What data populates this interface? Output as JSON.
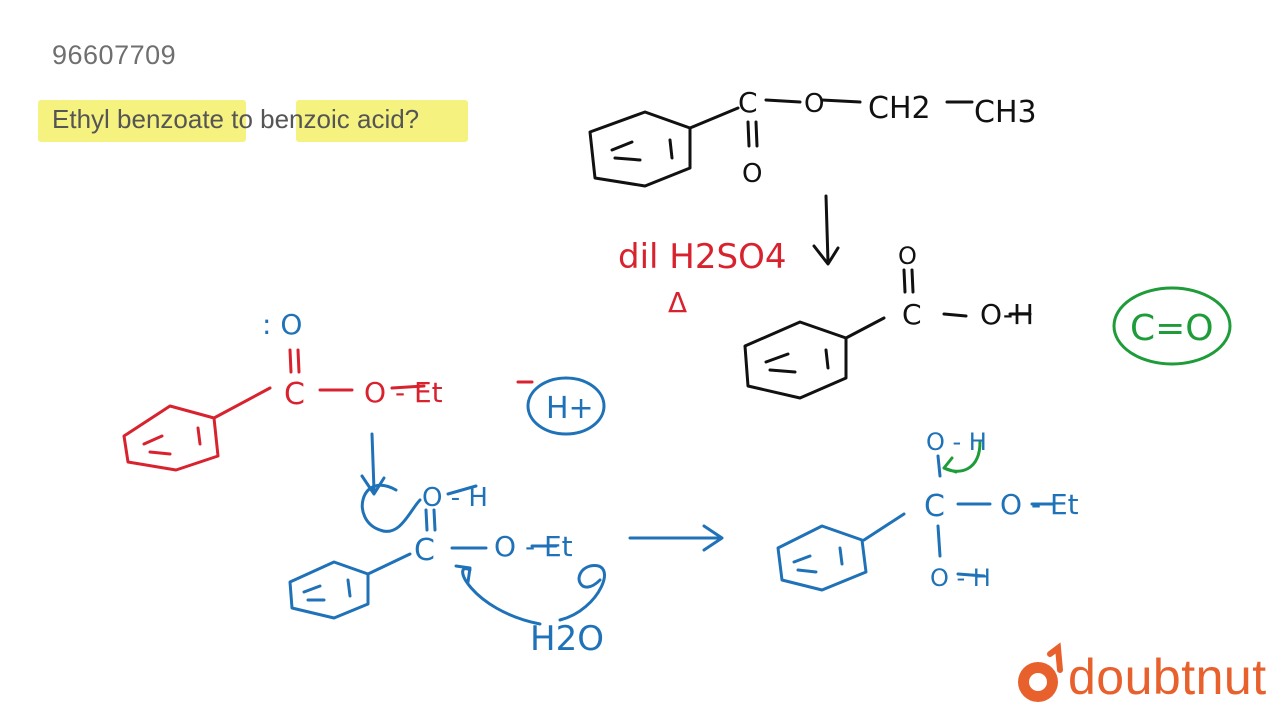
{
  "question": {
    "id": "96607709",
    "text": "Ethyl benzoate to benzoic acid?"
  },
  "board": {
    "top_reaction": {
      "ester_carbon": "C",
      "ester_oxygen": "O",
      "carbonyl_oxygen": "O",
      "ethyl_ch2": "CH2",
      "ethyl_ch3": "CH3",
      "reagent": "dil H2SO4",
      "heat": "Δ",
      "acid_carbonyl_o": "O",
      "acid_carbon": "C",
      "acid_oh": "O-H",
      "side_note": "C=O"
    },
    "mechanism": {
      "step1_lone_pair_o": ": O",
      "step1_carbon": "C",
      "step1_oet": "O - Et",
      "proton": "H+",
      "step2_oh": "O - H",
      "step2_carbon": "C",
      "step2_oet": "O - Et",
      "water": "H2O",
      "step3_top_oh": "O - H",
      "step3_carbon": "C",
      "step3_oet": "O - Et",
      "step3_bottom_oh": "O - H"
    },
    "colors": {
      "black": "#111111",
      "red": "#d8232f",
      "blue": "#1f72b8",
      "green": "#1f9c3a",
      "highlight": "#f3f06a",
      "brand": "#e8602c"
    }
  },
  "brand": {
    "name": "doubtnut"
  }
}
